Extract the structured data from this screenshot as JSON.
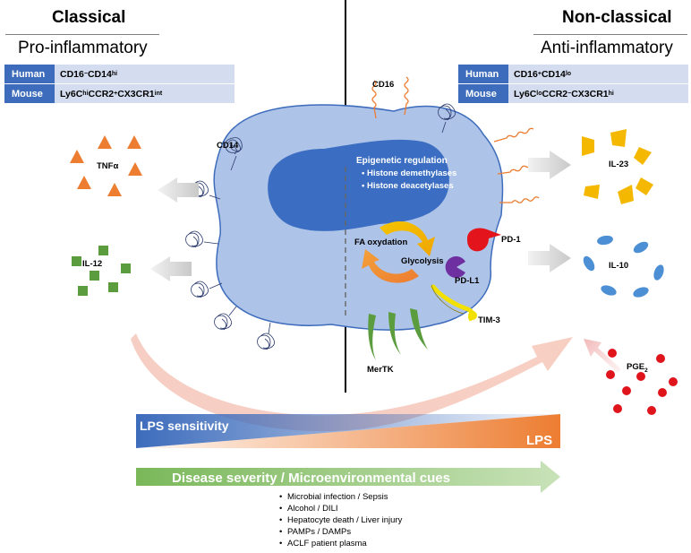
{
  "left_header": {
    "title": "Classical",
    "subtitle": "Pro-inflammatory",
    "rows": [
      {
        "species": "Human",
        "markers_html": "CD16<sup>−</sup> CD14<sup>hi</sup>"
      },
      {
        "species": "Mouse",
        "markers_html": "Ly6C<sup>hi</sup> CCR2<sup>+</sup> CX3CR1<sup>int</sup>"
      }
    ]
  },
  "right_header": {
    "title": "Non-classical",
    "subtitle": "Anti-inflammatory",
    "rows": [
      {
        "species": "Human",
        "markers_html": "CD16<sup>+</sup> CD14<sup>lo</sup>"
      },
      {
        "species": "Mouse",
        "markers_html": "Ly6C<sup>lo</sup> CCR2<sup>−</sup> CX3CR1<sup>hi</sup>"
      }
    ]
  },
  "labels": {
    "cd14": "CD14",
    "cd16": "CD16",
    "tnfa": "TNFα",
    "il12": "IL-12",
    "il23": "IL-23",
    "il10": "IL-10",
    "pge2_main": "PGE",
    "pge2_sub": "2",
    "pd1": "PD-1",
    "pdl1": "PD-L1",
    "tim3": "TIM-3",
    "mertk": "MerTK",
    "fa_oxydation": "FA oxydation",
    "glycolysis": "Glycolysis"
  },
  "epigenetic": {
    "title": "Epigenetic regulation",
    "items": [
      "Histone demethylases",
      "Histone deacetylases"
    ]
  },
  "bars": {
    "lps_sensitivity": "LPS sensitivity",
    "lps": "LPS",
    "disease": "Disease severity / Microenvironmental cues"
  },
  "cues": [
    "Microbial infection / Sepsis",
    "Alcohol / DILI",
    "Hepatocyte death / Liver injury",
    "PAMPs / DAMPs",
    "ACLF patient plasma"
  ],
  "colors": {
    "header_blue": "#3d6cbc",
    "header_light": "#d4ddef",
    "cell_outer": "#aec3e8",
    "nucleus": "#3b6ec2",
    "orange": "#ed7d31",
    "green": "#5b9d3e",
    "il23_yellow": "#f5b800",
    "il10_blue": "#4d8fd4",
    "pge2_red": "#e0141b",
    "pd1_red": "#e3141c",
    "pdl1_purple": "#6e2fa0",
    "tim3_yellow": "#f2e100"
  }
}
